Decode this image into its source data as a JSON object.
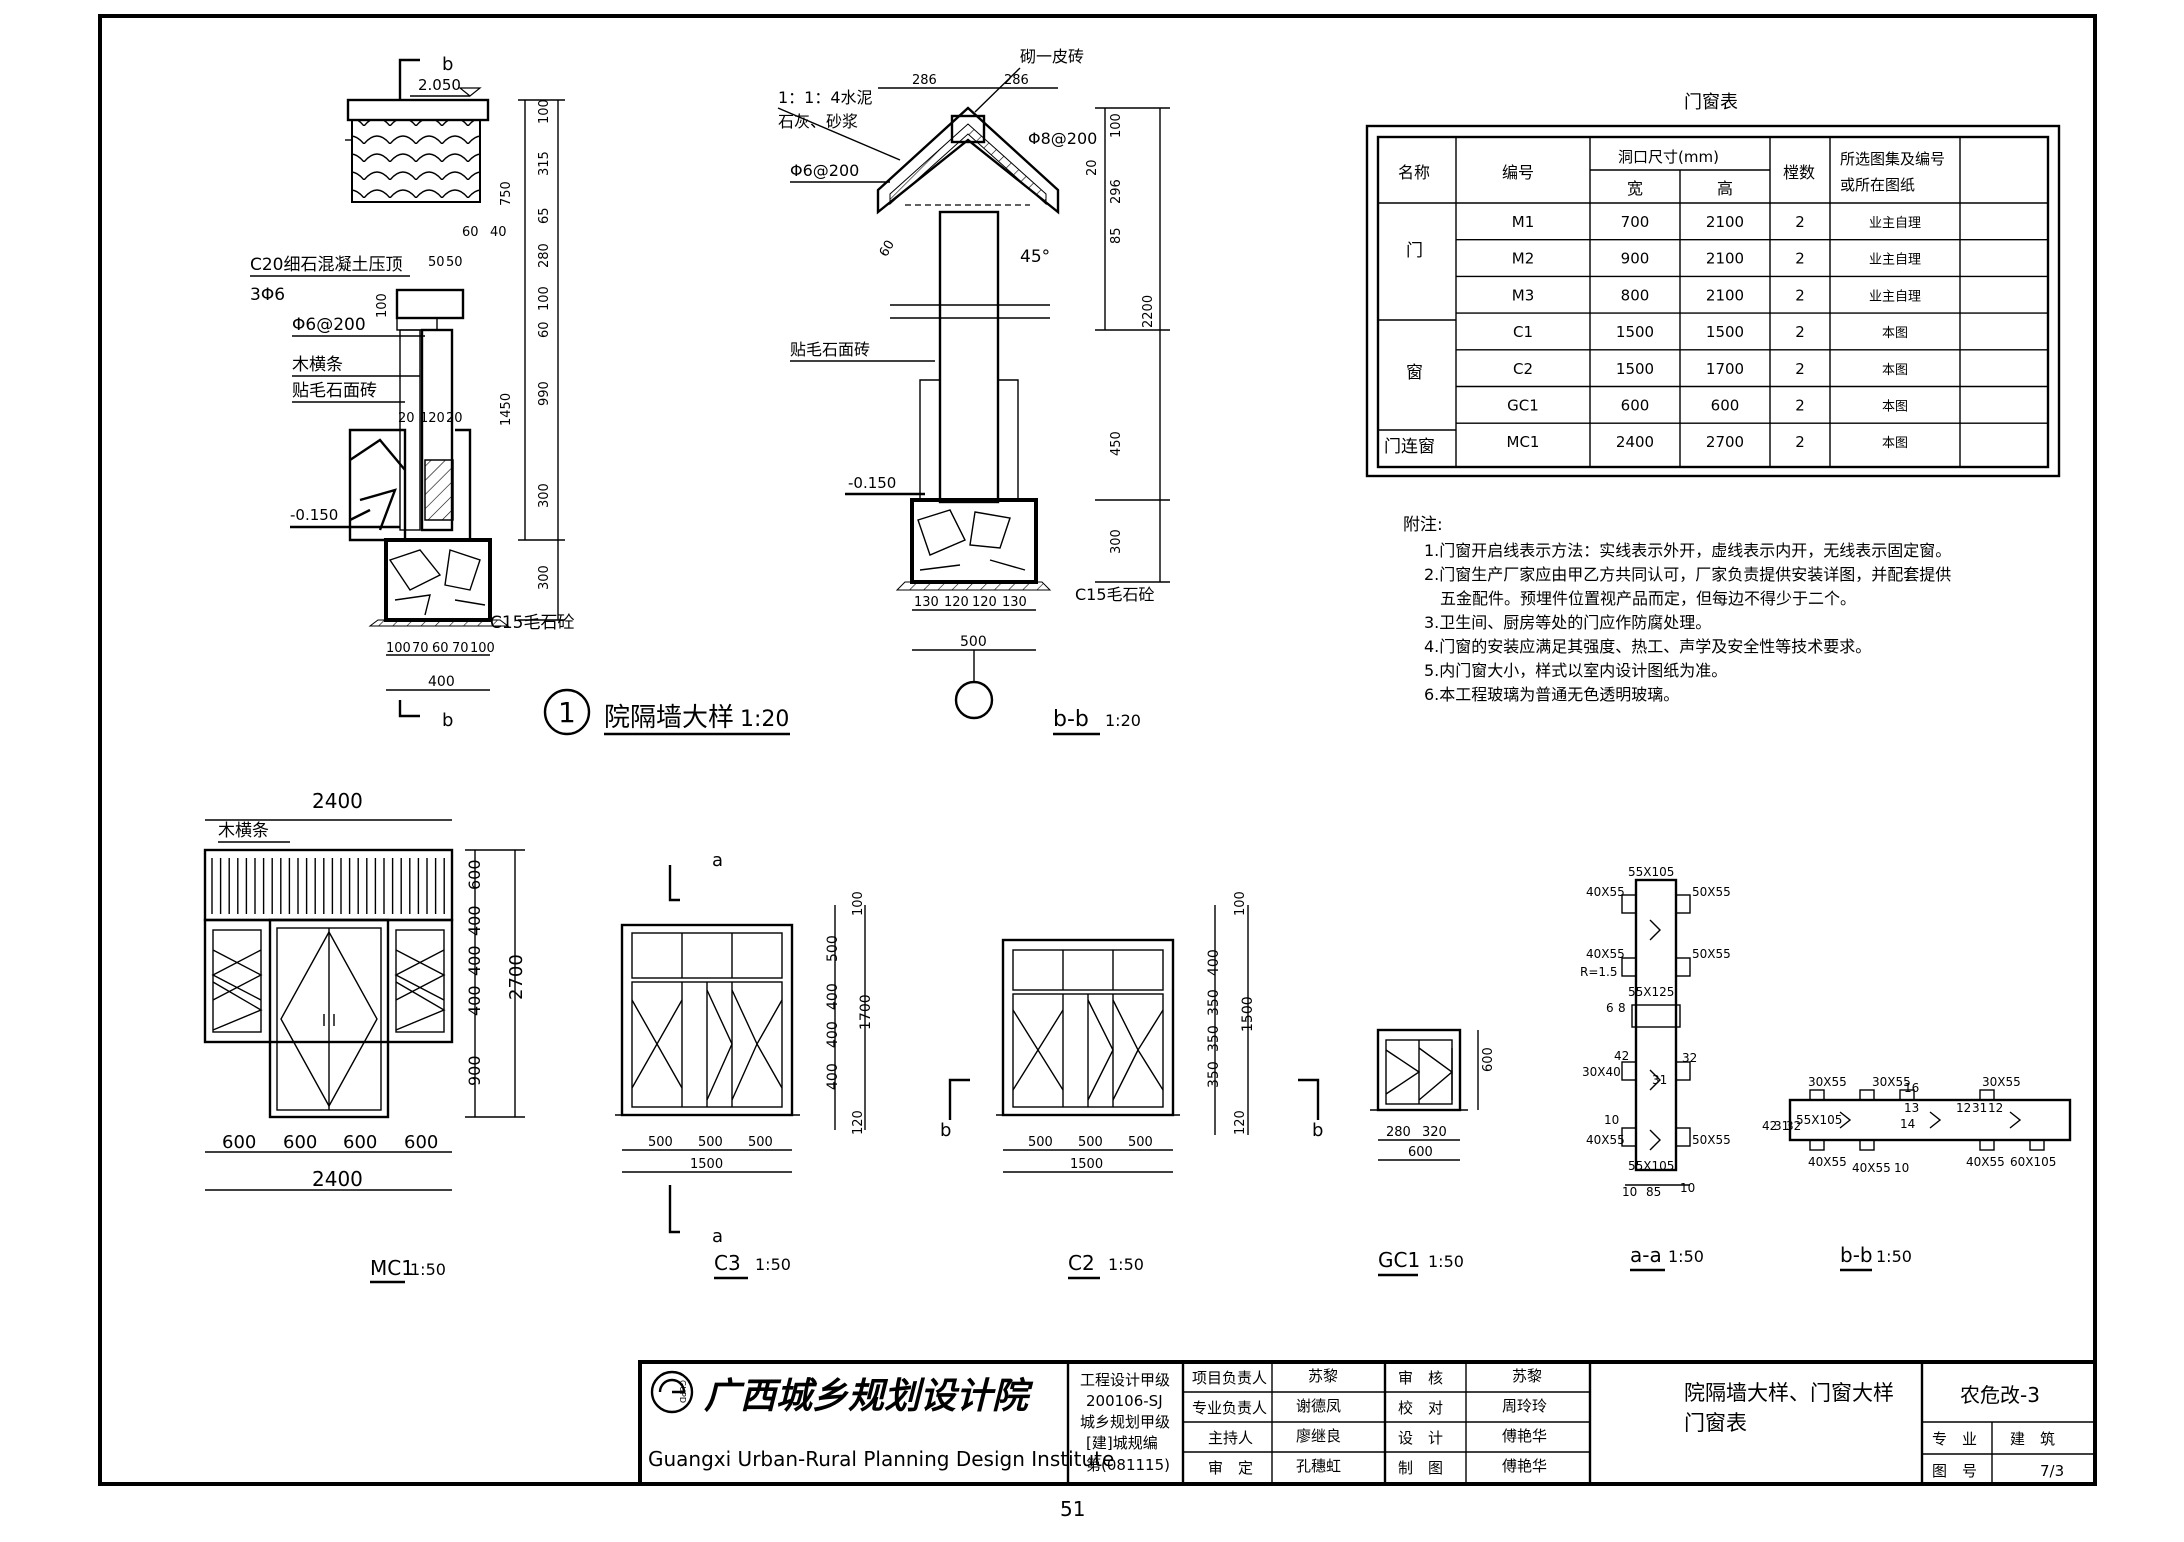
{
  "wall_detail": {
    "section_mark": "b",
    "elev_top": "2.050",
    "elev_ground": "-0.150",
    "label_coping": "C20细石混凝土压顶",
    "label_rebar_main": "3Φ6",
    "label_rebar_dist": "Φ6@200",
    "label_wood": "木横条",
    "label_facing": "贴毛石面砖",
    "label_foundation": "C15毛石砼",
    "dims_right": [
      "100",
      "315",
      "750",
      "65",
      "280",
      "100",
      "60",
      "990",
      "1450",
      "300",
      "300"
    ],
    "dims_top_small": [
      "60",
      "40",
      "50",
      "50",
      "100"
    ],
    "dims_mid": [
      "20",
      "120",
      "20"
    ],
    "dims_bottom": [
      "100",
      "70",
      "60",
      "70",
      "100"
    ],
    "dim_total": "400",
    "circle_num": "1",
    "title": "院隔墙大样",
    "scale": "1:20"
  },
  "section_bb": {
    "label_mortar_1": "1：1：4水泥",
    "label_mortar_2": "石灰、砂浆",
    "label_brick": "砌一皮砖",
    "label_rebar_top": "Φ8@200",
    "label_rebar_side": "Φ6@200",
    "label_facing": "贴毛石面砖",
    "label_foundation": "C15毛石砼",
    "angle": "45°",
    "elev_ground": "-0.150",
    "dims_top": [
      "286",
      "286"
    ],
    "dims_right": [
      "100",
      "20",
      "296",
      "85",
      "2200",
      "450",
      "300"
    ],
    "dim_small": "60",
    "dims_bottom": [
      "130",
      "120",
      "120",
      "130"
    ],
    "dim_total": "500",
    "title": "b-b",
    "scale": "1:20"
  },
  "door_window_table": {
    "title": "门窗表",
    "headers": {
      "name": "名称",
      "code": "编号",
      "opening": "洞口尺寸(mm)",
      "width": "宽",
      "height": "高",
      "count": "樘数",
      "ref_1": "所选图集及编号",
      "ref_2": "或所在图纸"
    },
    "groups": [
      {
        "name": "门",
        "rows": [
          {
            "code": "M1",
            "width": "700",
            "height": "2100",
            "count": "2",
            "ref": "业主自理"
          },
          {
            "code": "M2",
            "width": "900",
            "height": "2100",
            "count": "2",
            "ref": "业主自理"
          },
          {
            "code": "M3",
            "width": "800",
            "height": "2100",
            "count": "2",
            "ref": "业主自理"
          }
        ]
      },
      {
        "name": "窗",
        "rows": [
          {
            "code": "C1",
            "width": "1500",
            "height": "1500",
            "count": "2",
            "ref": "本图"
          },
          {
            "code": "C2",
            "width": "1500",
            "height": "1700",
            "count": "2",
            "ref": "本图"
          },
          {
            "code": "GC1",
            "width": "600",
            "height": "600",
            "count": "2",
            "ref": "本图"
          }
        ]
      },
      {
        "name": "门连窗",
        "rows": [
          {
            "code": "MC1",
            "width": "2400",
            "height": "2700",
            "count": "2",
            "ref": "本图"
          }
        ]
      }
    ]
  },
  "notes": {
    "title": "附注:",
    "lines": [
      "1.门窗开启线表示方法：实线表示外开，虚线表示内开，无线表示固定窗。",
      "2.门窗生产厂家应由甲乙方共同认可，厂家负责提供安装详图，并配套提供",
      "五金配件。预埋件位置视产品而定，但每边不得少于二个。",
      "3.卫生间、厨房等处的门应作防腐处理。",
      "4.门窗的安装应满足其强度、热工、声学及安全性等技术要求。",
      "5.内门窗大小，样式以室内设计图纸为准。",
      "6.本工程玻璃为普通无色透明玻璃。"
    ]
  },
  "mc1": {
    "dim_top": "2400",
    "label_wood": "木横条",
    "dims_right": [
      "600",
      "400",
      "400",
      "400",
      "900"
    ],
    "dim_right_total": "2700",
    "dims_bottom": [
      "600",
      "600",
      "600",
      "600"
    ],
    "dim_bottom_total": "2400",
    "title": "MC1",
    "scale": "1:50"
  },
  "c3": {
    "section_mark": "a",
    "dims_right": [
      "100",
      "500",
      "400",
      "400",
      "400",
      "120"
    ],
    "dim_right_total": "1700",
    "dims_bottom": [
      "500",
      "500",
      "500"
    ],
    "dim_bottom_total": "1500",
    "title": "C3",
    "scale": "1:50"
  },
  "c2": {
    "section_mark": "b",
    "dims_right": [
      "100",
      "400",
      "350",
      "350",
      "350",
      "120"
    ],
    "dim_right_total": "1500",
    "dims_bottom": [
      "500",
      "500",
      "500"
    ],
    "dim_bottom_total": "1500",
    "title": "C2",
    "scale": "1:50"
  },
  "gc1": {
    "dim_right": "600",
    "dims_bottom": [
      "280",
      "320"
    ],
    "dim_bottom_total": "600",
    "title": "GC1",
    "scale": "1:50"
  },
  "section_aa": {
    "labels": [
      "55X105",
      "40X55",
      "50X55",
      "40X55",
      "50X55",
      "R=1.5",
      "55X125",
      "6",
      "8",
      "30X40",
      "42",
      "31",
      "32",
      "10",
      "40X55",
      "50X55",
      "55X105"
    ],
    "dims_bottom": [
      "10",
      "85",
      "10"
    ],
    "title": "a-a",
    "scale": "1:50"
  },
  "section_bb2": {
    "labels": [
      "30X55",
      "30X55",
      "16",
      "30X55",
      "13",
      "14",
      "12",
      "31",
      "12",
      "42",
      "31",
      "32",
      "55X105",
      "40X55",
      "40X55",
      "40X55",
      "60X105",
      "10"
    ],
    "title": "b-b",
    "scale": "1:50"
  },
  "title_block": {
    "company_cn": "广西城乡规划设计院",
    "company_en": "Guangxi Urban-Rural Planning Design Institute",
    "logo_text": "GUPD",
    "cert_lines": [
      "工程设计甲级",
      "200106-SJ",
      "城乡规划甲级",
      "[建]城规编",
      "第(081115)"
    ],
    "roles": [
      {
        "role": "项目负责人",
        "name": "苏黎"
      },
      {
        "role": "专业负责人",
        "name": "谢德凤"
      },
      {
        "role": "主持人",
        "name": "廖继良"
      },
      {
        "role": "审　定",
        "name": "孔穗虹"
      }
    ],
    "checks": [
      {
        "role": "审　核",
        "name": "苏黎"
      },
      {
        "role": "校　对",
        "name": "周玲玲"
      },
      {
        "role": "设　计",
        "name": "傅艳华"
      },
      {
        "role": "制　图",
        "name": "傅艳华"
      }
    ],
    "drawing_title_1": "院隔墙大样、门窗大样",
    "drawing_title_2": "门窗表",
    "project": "农危改-3",
    "specialty_label": "专　业",
    "specialty": "建　筑",
    "drawing_no_label": "图　号",
    "drawing_no": "7/3"
  },
  "page_number": "51"
}
